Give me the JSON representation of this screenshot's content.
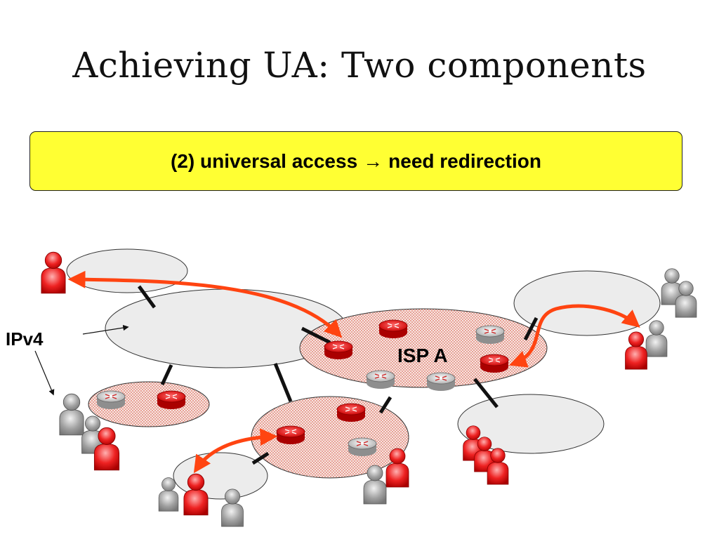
{
  "slide": {
    "title": "Achieving UA: Two components",
    "callout": {
      "prefix": "(2) universal access",
      "arrow": "→",
      "suffix": "need redirection",
      "background": "#ffff33"
    }
  },
  "diagram": {
    "isp_label": "ISP A",
    "ipv4_label": "IPv4",
    "colors": {
      "ipv4_cloud": "#ececec",
      "ipv6_cloud_dots": "#e07060",
      "ipv6_cloud_bg": "#f6e6e2",
      "ipv6_router": "#cc1111",
      "ipv4_router": "#bbbbbb",
      "ipv6_user": "#dd1111",
      "ipv4_user": "#999999",
      "redirect_arrow": "#ff4411",
      "link": "#111111"
    },
    "icons": [
      "router-icon",
      "user-icon",
      "redirect-arrow"
    ]
  }
}
